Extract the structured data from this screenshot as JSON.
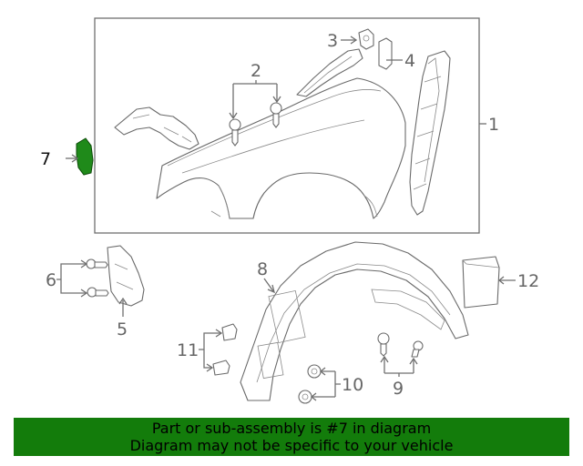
{
  "callouts": {
    "c1": "1",
    "c2": "2",
    "c3": "3",
    "c4": "4",
    "c5": "5",
    "c6": "6",
    "c7": "7",
    "c8": "8",
    "c9": "9",
    "c10": "10",
    "c11": "11",
    "c12": "12"
  },
  "highlight_part": "7",
  "colors": {
    "banner_bg": "#137c0b",
    "highlight_part": "#1f8a1a",
    "line": "#6f6f6f"
  },
  "banner": {
    "line1": "Part or sub-assembly is #7 in diagram",
    "line2": "Diagram may not be specific to your vehicle"
  }
}
